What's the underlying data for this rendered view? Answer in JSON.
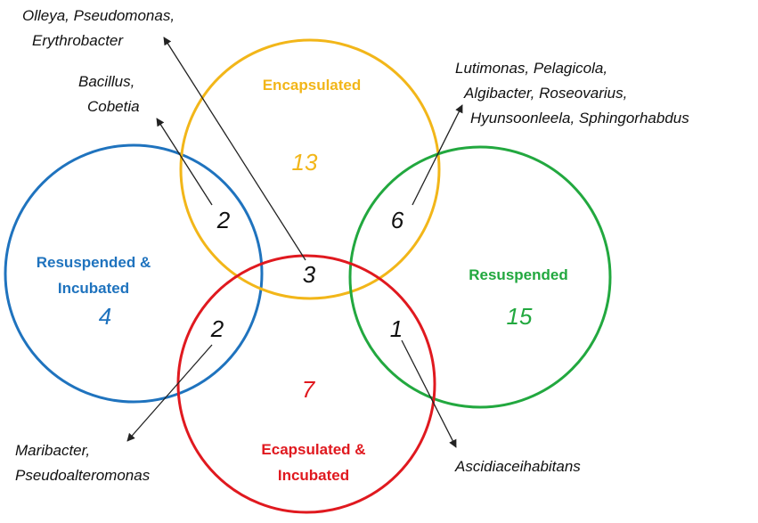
{
  "sets": {
    "encapsulated": {
      "label": "Encapsulated",
      "count": "13",
      "color": "#F2B619"
    },
    "resuspended_incubated": {
      "label_line1": "Resuspended &",
      "label_line2": "Incubated",
      "count": "4",
      "color": "#1F73BE"
    },
    "resuspended": {
      "label": "Resuspended",
      "count": "15",
      "color": "#22A83F"
    },
    "encapsulated_incubated": {
      "label_line1": "Ecapsulated &",
      "label_line2": "Incubated",
      "count": "7",
      "color": "#E0191F"
    }
  },
  "intersections": {
    "encapsulated_resuspended_incubated": "2",
    "encapsulated_resuspended": "6",
    "center": "3",
    "resuspended_incubated_encapsulated_incubated": "2",
    "resuspended_encapsulated_incubated": "1"
  },
  "annotations": {
    "top": {
      "line1": "Olleya, Pseudomonas,",
      "line2": "Erythrobacter"
    },
    "upper_left": {
      "line1": "Bacillus,",
      "line2": "Cobetia"
    },
    "upper_right": {
      "line1": "Lutimonas, Pelagicola,",
      "line2": "Algibacter, Roseovarius,",
      "line3": "Hyunsoonleela, Sphingorhabdus"
    },
    "lower_left": {
      "line1": "Maribacter,",
      "line2": "Pseudoalteromonas"
    },
    "lower_right": {
      "line1": "Ascidiaceihabitans"
    }
  },
  "count_color": "#111111",
  "arrow_color": "#222222"
}
